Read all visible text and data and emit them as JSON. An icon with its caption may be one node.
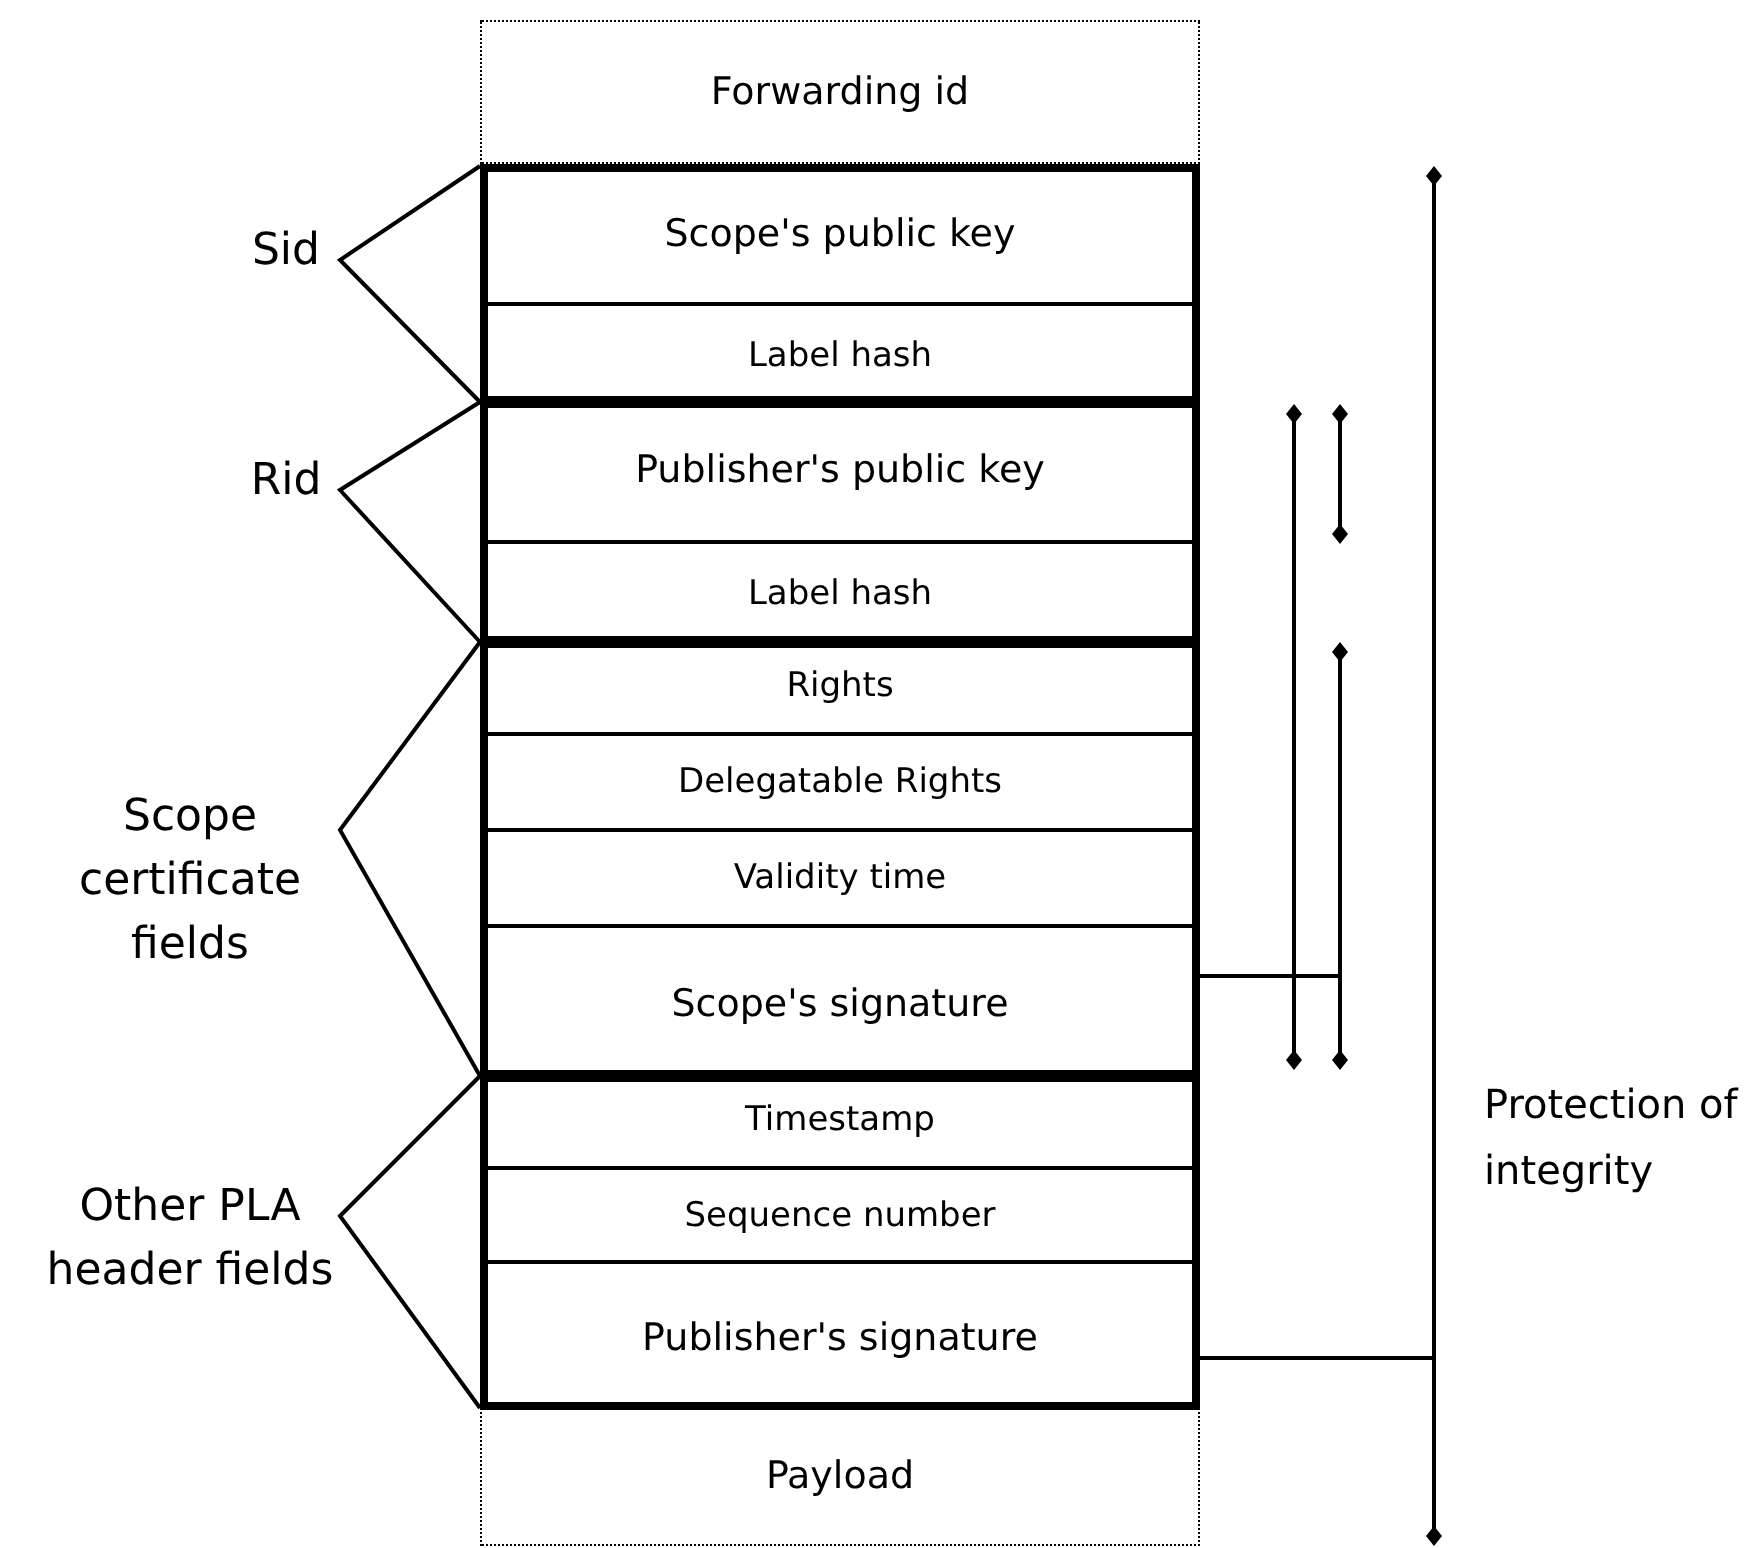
{
  "diagram": {
    "nodes": [
      {
        "text": [
          "Forwarding id"
        ]
      },
      {
        "text": [
          "Sid"
        ]
      },
      {
        "text": [
          "Scope's public key"
        ],
        "in": 1
      },
      {
        "text": [
          "Label hash"
        ],
        "in": 1
      },
      {
        "text": [
          "Rid"
        ]
      },
      {
        "text": [
          "Publisher's public key"
        ],
        "in": 4
      },
      {
        "text": [
          "Label hash"
        ],
        "in": 4
      },
      {
        "text": [
          "Scope certificate fields"
        ]
      },
      {
        "text": [
          "Rights"
        ],
        "in": 7
      },
      {
        "text": [
          "Delegatable Rights"
        ],
        "in": 7
      },
      {
        "text": [
          "Validity time"
        ],
        "in": 7
      },
      {
        "text": [
          "Scope's signature"
        ],
        "in": 7
      },
      {
        "text": [
          "Other PLA header fields"
        ]
      },
      {
        "text": [
          "Timestamp"
        ],
        "in": 12
      },
      {
        "text": [
          "Sequence number"
        ],
        "in": 12
      },
      {
        "text": [
          "Publisher's signature"
        ],
        "in": 12
      },
      {
        "text": [
          "Payload"
        ]
      }
    ],
    "labels": [
      "Protection of integrity"
    ]
  }
}
